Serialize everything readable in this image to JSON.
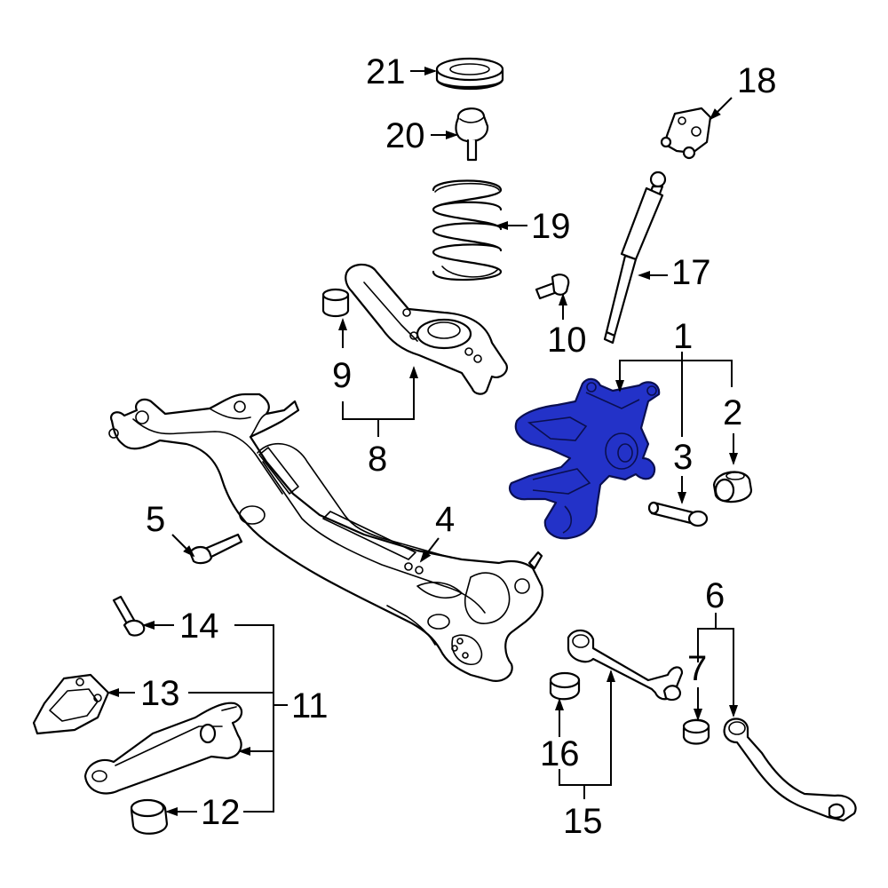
{
  "colors": {
    "background": "#ffffff",
    "line": "#000000",
    "highlight_part": "#2332c8"
  },
  "callouts": [
    {
      "id": "1",
      "text": "1"
    },
    {
      "id": "2",
      "text": "2"
    },
    {
      "id": "3",
      "text": "3"
    },
    {
      "id": "4",
      "text": "4"
    },
    {
      "id": "5",
      "text": "5"
    },
    {
      "id": "6",
      "text": "6"
    },
    {
      "id": "7",
      "text": "7"
    },
    {
      "id": "8",
      "text": "8"
    },
    {
      "id": "9",
      "text": "9"
    },
    {
      "id": "10",
      "text": "10"
    },
    {
      "id": "11",
      "text": "11"
    },
    {
      "id": "12",
      "text": "12"
    },
    {
      "id": "13",
      "text": "13"
    },
    {
      "id": "14",
      "text": "14"
    },
    {
      "id": "15",
      "text": "15"
    },
    {
      "id": "16",
      "text": "16"
    },
    {
      "id": "17",
      "text": "17"
    },
    {
      "id": "18",
      "text": "18"
    },
    {
      "id": "19",
      "text": "19"
    },
    {
      "id": "20",
      "text": "20"
    },
    {
      "id": "21",
      "text": "21"
    }
  ]
}
